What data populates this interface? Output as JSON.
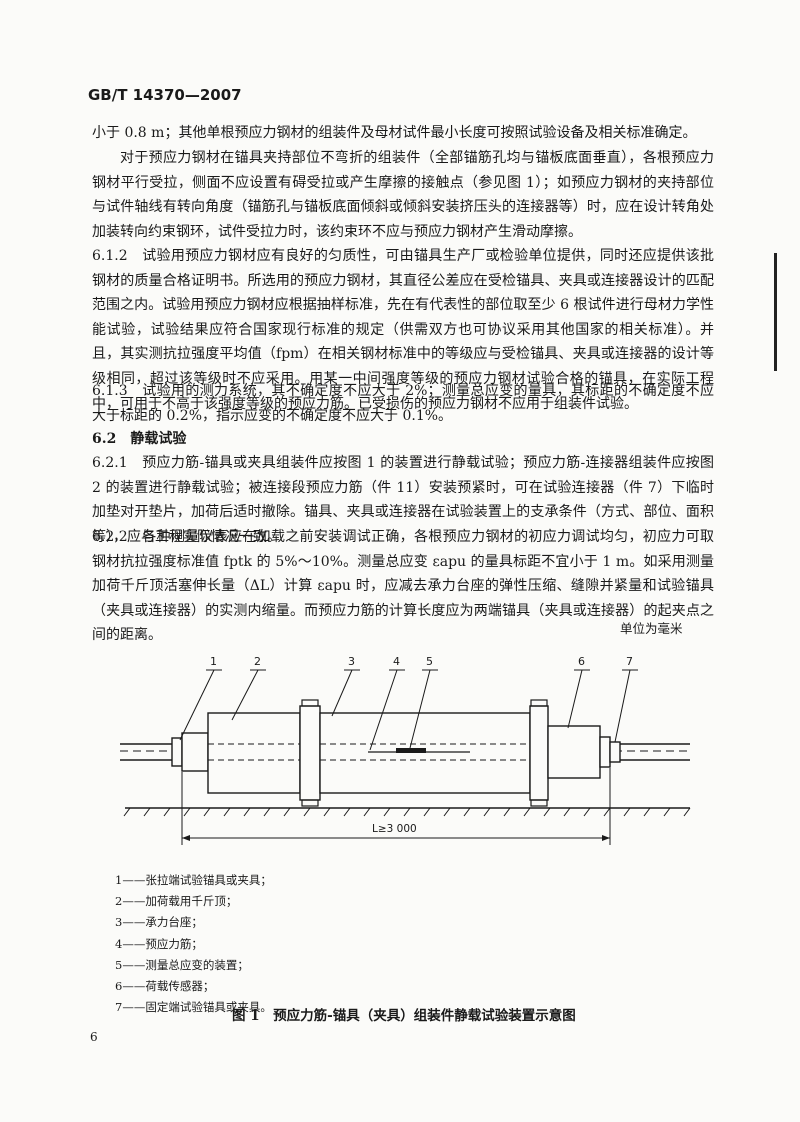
{
  "header": {
    "standard_no": "GB/T 14370—2007"
  },
  "paragraphs": {
    "p0": "小于 0.8 m；其他单根预应力钢材的组装件及母材试件最小长度可按照试验设备及相关标准确定。",
    "p1": "对于预应力钢材在锚具夹持部位不弯折的组装件（全部锚筋孔均与锚板底面垂直），各根预应力钢材平行受拉，侧面不应设置有碍受拉或产生摩擦的接触点（参见图 1）；如预应力钢材的夹持部位与试件轴线有转向角度（锚筋孔与锚板底面倾斜或倾斜安装挤压头的连接器等）时，应在设计转角处加装转向约束钢环，试件受拉力时，该约束环不应与预应力钢材产生滑动摩擦。",
    "p612": "6.1.2　试验用预应力钢材应有良好的匀质性，可由锚具生产厂或检验单位提供，同时还应提供该批钢材的质量合格证明书。所选用的预应力钢材，其直径公差应在受检锚具、夹具或连接器设计的匹配范围之内。试验用预应力钢材应根据抽样标准，先在有代表性的部位取至少 6 根试件进行母材力学性能试验，试验结果应符合国家现行标准的规定（供需双方也可协议采用其他国家的相关标准）。并且，其实测抗拉强度平均值（fpm）在相关钢材标准中的等级应与受检锚具、夹具或连接器的设计等级相同，超过该等级时不应采用。用某一中间强度等级的预应力钢材试验合格的锚具，在实际工程中，可用于不高于该强度等级的预应力筋。已受损伤的预应力钢材不应用于组装件试验。",
    "p613": "6.1.3　试验用的测力系统，其不确定度不应大于 2%；测量总应变的量具，其标距的不确定度不应大于标距的 0.2%，指示应变的不确定度不应大于 0.1%。",
    "p621": "6.2.1　预应力筋-锚具或夹具组装件应按图 1 的装置进行静载试验；预应力筋-连接器组装件应按图 2 的装置进行静载试验；被连接段预应力筋（件 11）安装预紧时，可在试验连接器（件 7）下临时加垫对开垫片，加荷后适时撤除。锚具、夹具或连接器在试验装置上的支承条件（方式、部位、面积等），应与工程实际情况一致。",
    "p622": "6.2.2　各种测量仪表应在加载之前安装调试正确，各根预应力钢材的初应力调试均匀，初应力可取钢材抗拉强度标准值 fptk 的 5%～10%。测量总应变 εapu 的量具标距不宜小于 1 m。如采用测量加荷千斤顶活塞伸长量（ΔL）计算 εapu 时，应减去承力台座的弹性压缩、缝隙并紧量和试验锚具（夹具或连接器）的实测内缩量。而预应力筋的计算长度应为两端锚具（夹具或连接器）的起夹点之间的距离。"
  },
  "section_62": "6.2　静载试验",
  "figure": {
    "units_note": "单位为毫米",
    "callouts": [
      "1",
      "2",
      "3",
      "4",
      "5",
      "6",
      "7"
    ],
    "dimension_label": "L≥3 000",
    "legend": [
      "1——张拉端试验锚具或夹具；",
      "2——加荷载用千斤顶；",
      "3——承力台座；",
      "4——预应力筋；",
      "5——测量总应变的装置；",
      "6——荷载传感器；",
      "7——固定端试验锚具或夹具。"
    ],
    "caption": "图 1　预应力筋-锚具（夹具）组装件静载试验装置示意图"
  },
  "page_number": "6"
}
